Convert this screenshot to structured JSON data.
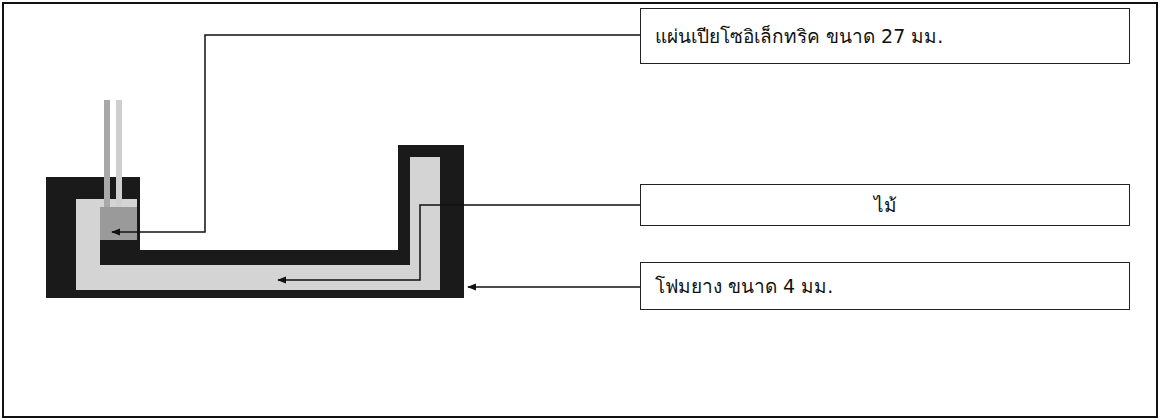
{
  "diagram": {
    "nodes": [
      {
        "text": [
          "แผ่นเปียโซอิเล็กทริค ขนาด 27  มม."
        ]
      },
      {
        "text": [
          "ไม้"
        ]
      },
      {
        "text": [
          "โฟมยาง ขนาด 4  มม."
        ]
      }
    ]
  }
}
